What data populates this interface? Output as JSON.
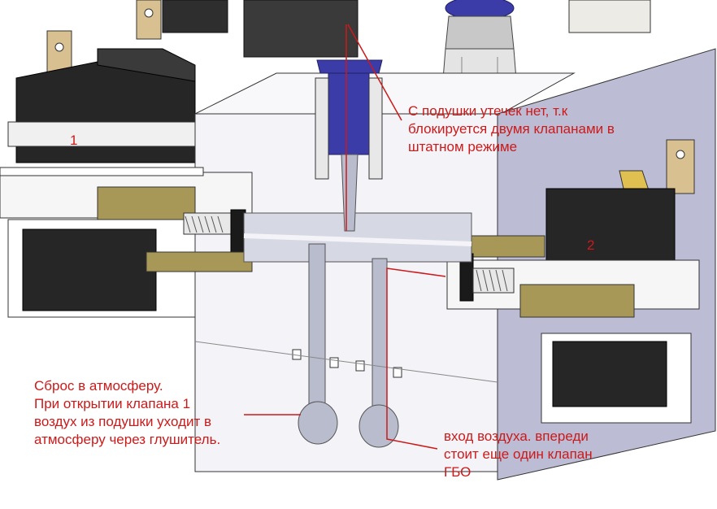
{
  "labels": {
    "valve_1": "1",
    "valve_2": "2"
  },
  "notes": {
    "cushion": [
      "С подушки утечек нет, т.к",
      "блокируется двумя клапанами в",
      "штатном режиме"
    ],
    "exhaust": [
      "Сброс в атмосферу.",
      "При открытии клапана 1",
      "воздух из подушки уходит в",
      "атмосферу через глушитель."
    ],
    "intake": [
      "вход воздуха. впереди",
      "стоит еще один клапан",
      "ГБО"
    ]
  },
  "colors": {
    "annotation": "#cc1a1a",
    "body_face": "#f4f4f8",
    "body_side": "#bcbcd4",
    "coil": "#262626",
    "brass": "#a89858",
    "channel": "#b8bccc",
    "fitting_cap": "#3c3ca8"
  }
}
